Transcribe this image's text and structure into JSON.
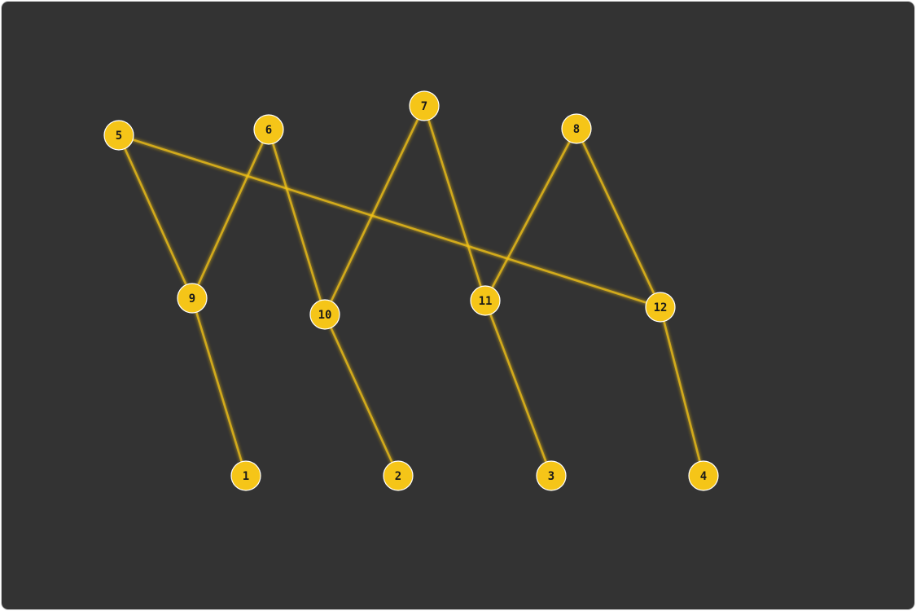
{
  "graph": {
    "colors": {
      "background": "#333333",
      "node": "#f5c518",
      "edge": "#f5c518",
      "label": "#1a1a1a"
    },
    "nodes": [
      {
        "id": "1",
        "label": "1"
      },
      {
        "id": "2",
        "label": "2"
      },
      {
        "id": "3",
        "label": "3"
      },
      {
        "id": "4",
        "label": "4"
      },
      {
        "id": "5",
        "label": "5"
      },
      {
        "id": "6",
        "label": "6"
      },
      {
        "id": "7",
        "label": "7"
      },
      {
        "id": "8",
        "label": "8"
      },
      {
        "id": "9",
        "label": "9"
      },
      {
        "id": "10",
        "label": "10"
      },
      {
        "id": "11",
        "label": "11"
      },
      {
        "id": "12",
        "label": "12"
      }
    ],
    "edges": [
      {
        "from": "5",
        "to": "9"
      },
      {
        "from": "5",
        "to": "12"
      },
      {
        "from": "6",
        "to": "9"
      },
      {
        "from": "6",
        "to": "10"
      },
      {
        "from": "7",
        "to": "10"
      },
      {
        "from": "7",
        "to": "11"
      },
      {
        "from": "8",
        "to": "11"
      },
      {
        "from": "8",
        "to": "12"
      },
      {
        "from": "9",
        "to": "1"
      },
      {
        "from": "10",
        "to": "2"
      },
      {
        "from": "11",
        "to": "3"
      },
      {
        "from": "12",
        "to": "4"
      }
    ]
  }
}
